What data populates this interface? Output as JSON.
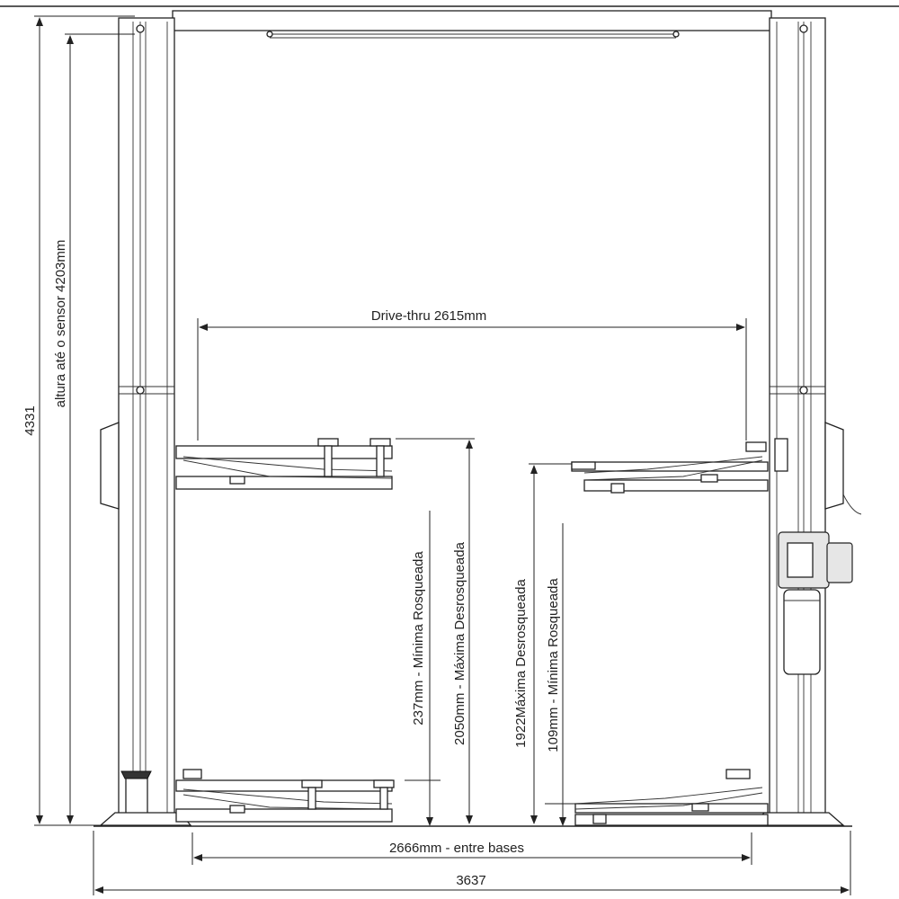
{
  "labels": {
    "total_height": "4331",
    "sensor_height": "altura até o sensor 4203mm",
    "drive_thru": "Drive-thru 2615mm",
    "left_min": "237mm - Mínima Rosqueada",
    "left_max": "2050mm - Máxima Desrosqueada",
    "right_max": "1922Máxima Desrosqueada",
    "right_min": "109mm - Mínima Rosqueada",
    "between_bases": "2666mm - entre bases",
    "total_width": "3637"
  }
}
